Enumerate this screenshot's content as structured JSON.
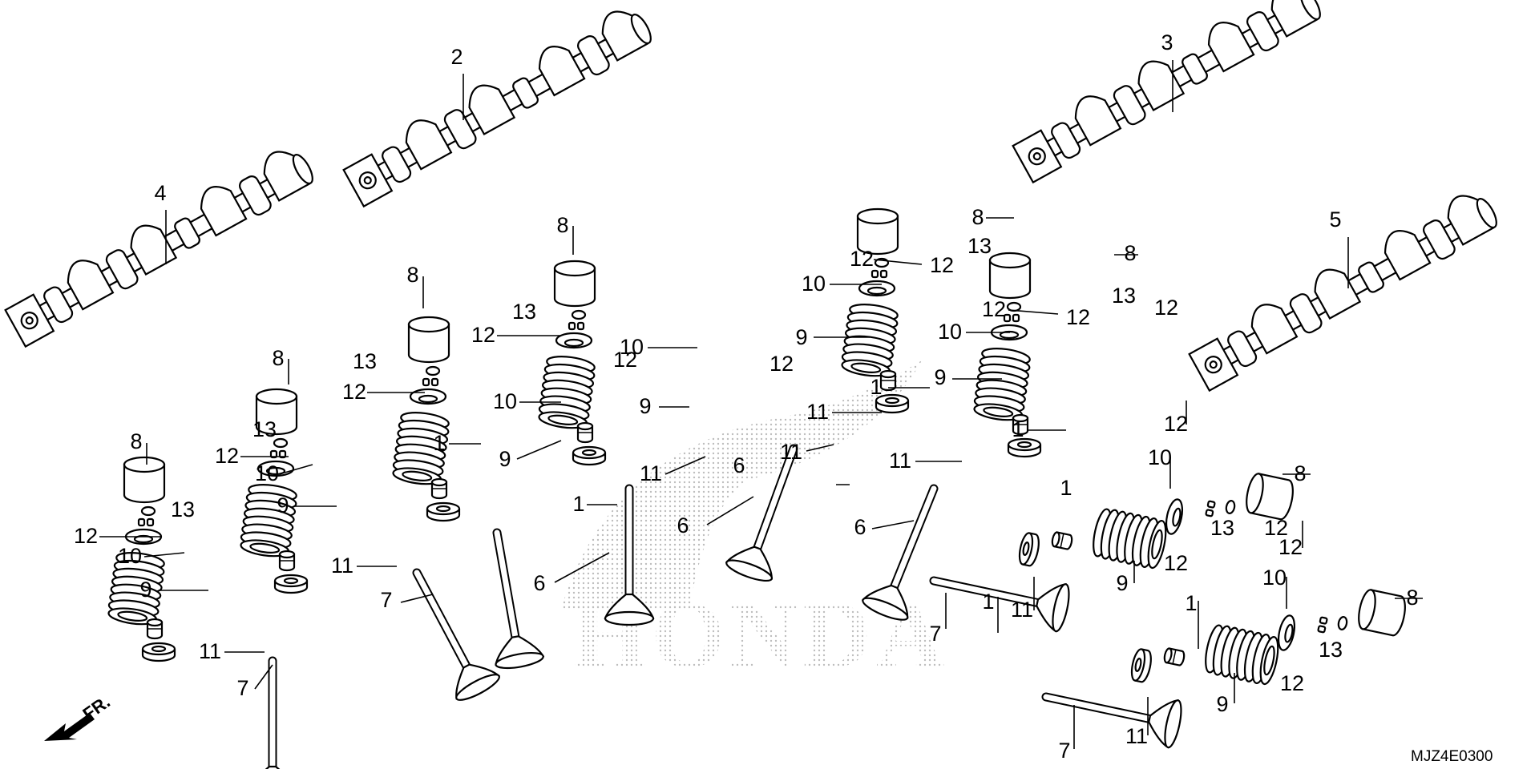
{
  "watermark": {
    "brand": "HONDA",
    "color": "#cfcfcf"
  },
  "direction_marker": {
    "label": "FR.",
    "icon": "arrow-front-icon"
  },
  "diagram_code": "MJZ4E0300",
  "callouts": [
    "1",
    "1",
    "1",
    "1",
    "1",
    "1",
    "1",
    "2",
    "3",
    "4",
    "5",
    "6",
    "6",
    "6",
    "6",
    "7",
    "7",
    "7",
    "7",
    "8",
    "8",
    "8",
    "8",
    "8",
    "8",
    "8",
    "8",
    "9",
    "9",
    "9",
    "9",
    "9",
    "9",
    "9",
    "9",
    "10",
    "10",
    "10",
    "10",
    "10",
    "10",
    "10",
    "10",
    "11",
    "11",
    "11",
    "11",
    "11",
    "11",
    "11",
    "11",
    "12",
    "12",
    "12",
    "12",
    "12",
    "12",
    "12",
    "12",
    "12",
    "12",
    "12",
    "12",
    "12",
    "12",
    "12",
    "12",
    "13",
    "13",
    "13",
    "13",
    "13",
    "13",
    "13",
    "13"
  ]
}
